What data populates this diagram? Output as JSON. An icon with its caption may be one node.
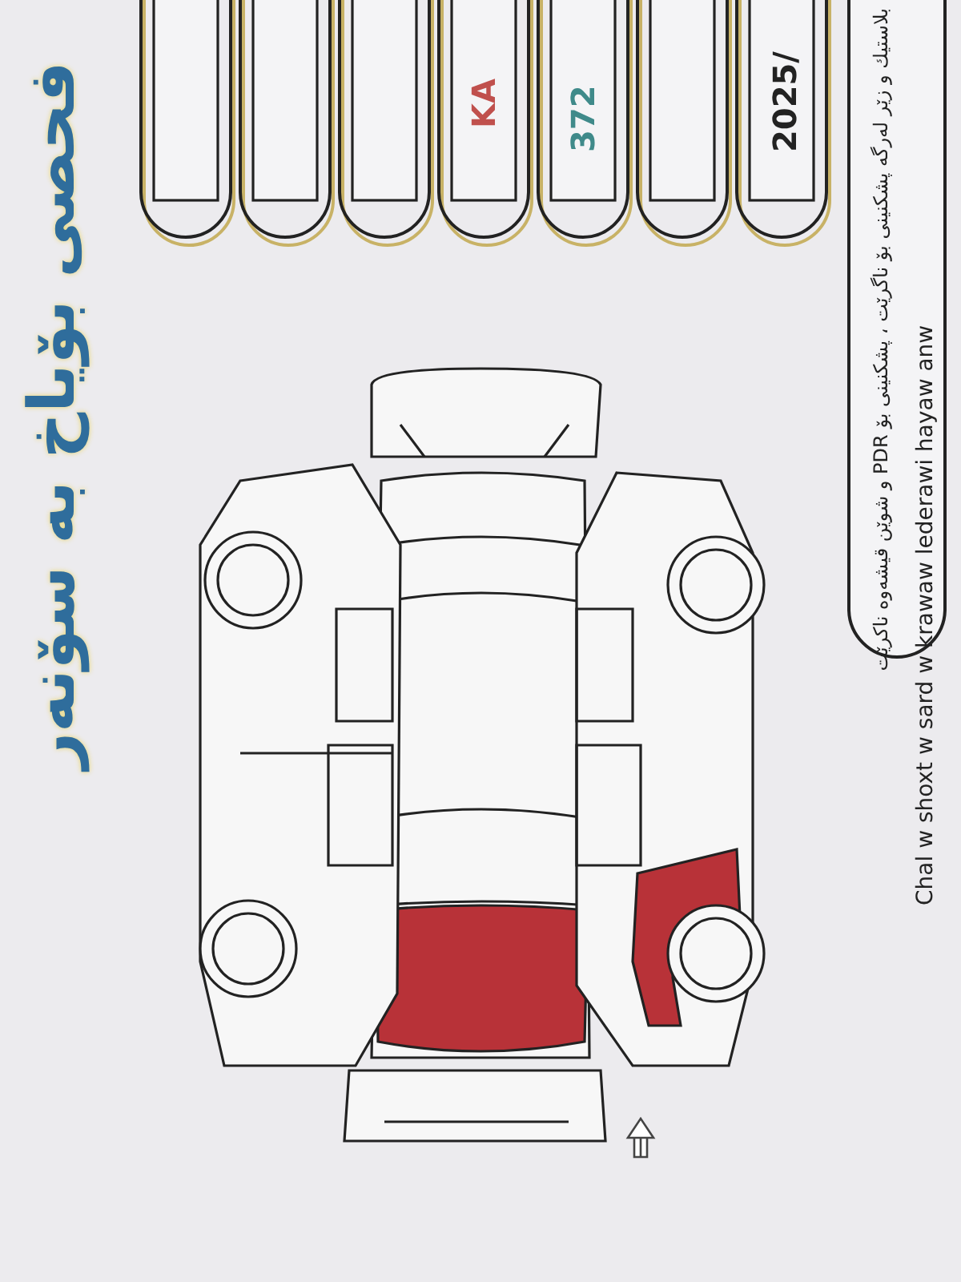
{
  "diagram": {
    "title": "فحصی بۆیاخ بە سۆنەر",
    "labels": [
      "KA",
      "372",
      "2025/",
      "بلاستیك و زێر لەرگە پشکنینی بۆ ناگرێت ، پشکنینی بۆ PDR و شوێن قیشەوە ناکرێت",
      "Chal w shoxt w sard w krawaw lederawi hayaw anw"
    ]
  }
}
